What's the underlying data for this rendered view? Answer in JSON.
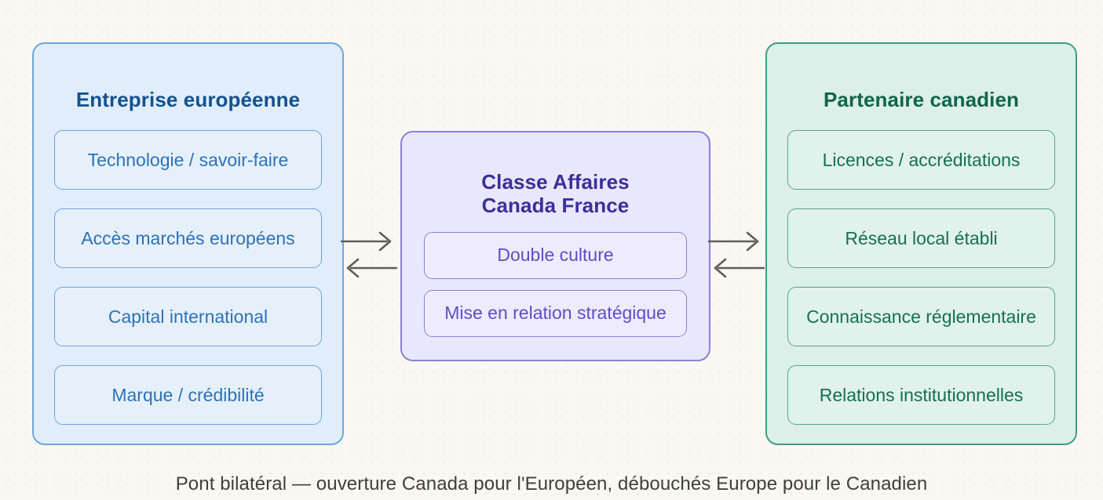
{
  "diagram": {
    "caption": "Pont bilatéral — ouverture Canada pour l'Européen, débouchés Europe pour le Canadien",
    "panels": {
      "europe": {
        "title": "Entreprise européenne",
        "accent": "#2e72b7",
        "fill": "#e1edfb",
        "border": "#6ba6dd",
        "title_color": "#14528f",
        "cards": [
          {
            "label": "Technologie / savoir-faire"
          },
          {
            "label": "Accès marchés européens"
          },
          {
            "label": "Capital international"
          },
          {
            "label": "Marque / crédibilité"
          }
        ]
      },
      "bridge": {
        "title_line1": "Classe Affaires",
        "title_line2": "Canada France",
        "accent": "#5c4ec9",
        "fill": "#e9e7fb",
        "border": "#8b82d8",
        "title_color": "#3b2f9c",
        "cards": [
          {
            "label": "Double culture"
          },
          {
            "label": "Mise en relation stratégique"
          }
        ]
      },
      "canada": {
        "title": "Partenaire canadien",
        "accent": "#157153",
        "fill": "#dcefe8",
        "border": "#3f9e85",
        "title_color": "#11654a",
        "cards": [
          {
            "label": "Licences / accréditations"
          },
          {
            "label": "Réseau local établi"
          },
          {
            "label": "Connaissance réglementaire"
          },
          {
            "label": "Relations institutionnelles"
          }
        ]
      }
    },
    "connectors": {
      "color": "#5e5e5e",
      "left": [
        {
          "name": "europe-to-bridge-arrow",
          "direction": "right"
        },
        {
          "name": "bridge-to-europe-arrow",
          "direction": "left"
        }
      ],
      "right": [
        {
          "name": "bridge-to-canada-arrow",
          "direction": "right"
        },
        {
          "name": "canada-to-bridge-arrow",
          "direction": "left"
        }
      ]
    }
  }
}
